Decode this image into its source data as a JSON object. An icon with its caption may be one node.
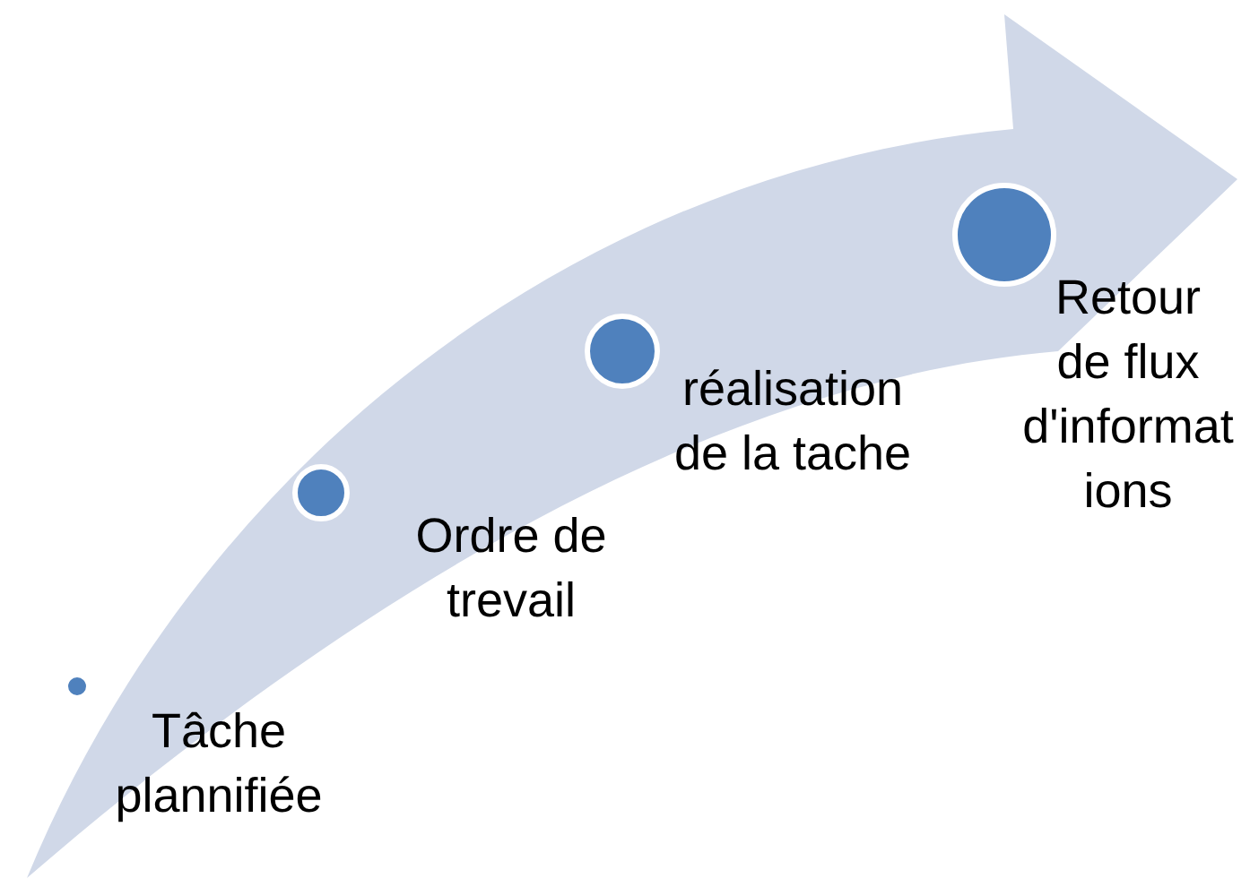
{
  "diagram": {
    "nodes": [
      {
        "text": [],
        "shape": "circle",
        "beside": [
          "Tâche plannifiée"
        ]
      },
      {
        "text": [],
        "shape": "circle",
        "beside": [
          "Ordre de trevail"
        ]
      },
      {
        "text": [],
        "shape": "circle",
        "beside": [
          "réalisation de la tache"
        ]
      },
      {
        "text": [],
        "shape": "circle",
        "beside": [
          "Retour de flux d'informations"
        ]
      }
    ]
  }
}
